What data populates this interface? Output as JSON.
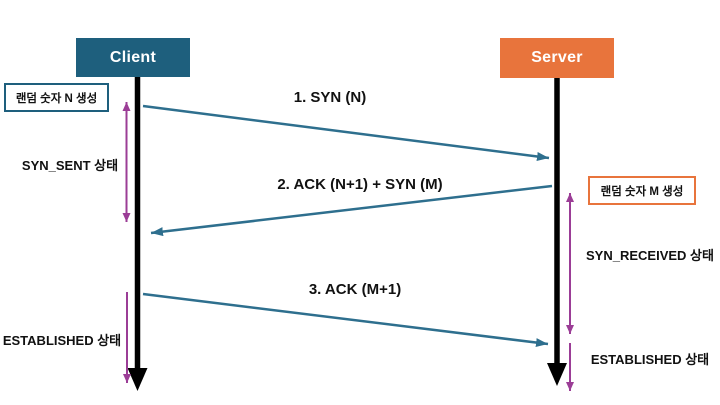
{
  "client": {
    "label": "Client"
  },
  "server": {
    "label": "Server"
  },
  "notes": {
    "client": "랜덤 숫자 N 생성",
    "server": "랜덤 숫자 M 생성"
  },
  "messages": [
    {
      "label": "1. SYN (N)",
      "from": "client",
      "to": "server"
    },
    {
      "label": "2. ACK (N+1) + SYN (M)",
      "from": "server",
      "to": "client"
    },
    {
      "label": "3. ACK (M+1)",
      "from": "client",
      "to": "server"
    }
  ],
  "states": {
    "client_syn_sent": "SYN_SENT 상태",
    "server_syn_received": "SYN_RECEIVED 상태",
    "client_established": "ESTABLISHED 상태",
    "server_established": "ESTABLISHED 상태"
  },
  "colors": {
    "client_accent": "#1e5f7d",
    "server_accent": "#e8743c",
    "message_arrow": "#2e6f8e",
    "state_arrow": "#9b3d96",
    "lifeline": "#000000",
    "text": "#111111",
    "background": "#ffffff"
  }
}
